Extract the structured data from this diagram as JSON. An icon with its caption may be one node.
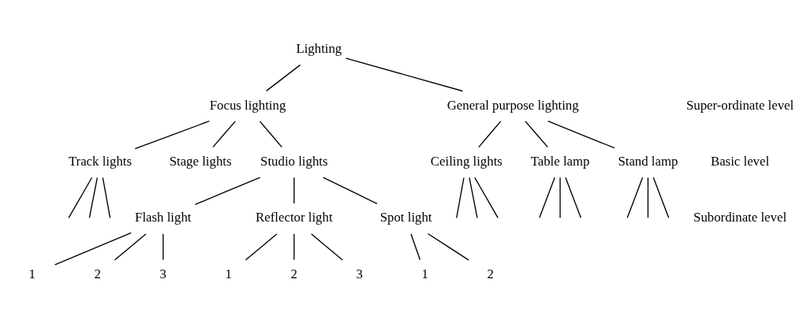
{
  "diagram": {
    "nodes": [
      {
        "text": [
          "Lighting"
        ]
      },
      {
        "text": [
          "Focus lighting"
        ]
      },
      {
        "text": [
          "General purpose lighting"
        ]
      },
      {
        "text": [
          "Track lights"
        ]
      },
      {
        "text": [
          "Stage lights"
        ]
      },
      {
        "text": [
          "Studio lights"
        ]
      },
      {
        "text": [
          "Ceiling lights"
        ]
      },
      {
        "text": [
          "Table lamp"
        ]
      },
      {
        "text": [
          "Stand lamp"
        ]
      },
      {
        "text": [
          "Flash light"
        ]
      },
      {
        "text": [
          "Reflector light"
        ]
      },
      {
        "text": [
          "Spot light"
        ]
      },
      {
        "text": [
          "1"
        ]
      },
      {
        "text": [
          "2"
        ]
      },
      {
        "text": [
          "3"
        ]
      },
      {
        "text": [
          "1"
        ]
      },
      {
        "text": [
          "2"
        ]
      },
      {
        "text": [
          "3"
        ]
      },
      {
        "text": [
          "1"
        ]
      },
      {
        "text": [
          "2"
        ]
      }
    ],
    "edges": [
      {
        "from": 0,
        "to": 1,
        "arrow": "none"
      },
      {
        "from": 0,
        "to": 2,
        "arrow": "none"
      },
      {
        "from": 1,
        "to": 3,
        "arrow": "none"
      },
      {
        "from": 1,
        "to": 4,
        "arrow": "none"
      },
      {
        "from": 1,
        "to": 5,
        "arrow": "none"
      },
      {
        "from": 2,
        "to": 6,
        "arrow": "none"
      },
      {
        "from": 2,
        "to": 7,
        "arrow": "none"
      },
      {
        "from": 2,
        "to": 8,
        "arrow": "none"
      },
      {
        "from": 3,
        "to": null,
        "arrow": "none"
      },
      {
        "from": 3,
        "to": null,
        "arrow": "none"
      },
      {
        "from": 3,
        "to": null,
        "arrow": "none"
      },
      {
        "from": 5,
        "to": 9,
        "arrow": "none"
      },
      {
        "from": 5,
        "to": 10,
        "arrow": "none"
      },
      {
        "from": 5,
        "to": 11,
        "arrow": "none"
      },
      {
        "from": 6,
        "to": null,
        "arrow": "none"
      },
      {
        "from": 6,
        "to": null,
        "arrow": "none"
      },
      {
        "from": 6,
        "to": null,
        "arrow": "none"
      },
      {
        "from": 7,
        "to": null,
        "arrow": "none"
      },
      {
        "from": 7,
        "to": null,
        "arrow": "none"
      },
      {
        "from": 7,
        "to": null,
        "arrow": "none"
      },
      {
        "from": 8,
        "to": null,
        "arrow": "none"
      },
      {
        "from": 8,
        "to": null,
        "arrow": "none"
      },
      {
        "from": 8,
        "to": null,
        "arrow": "none"
      },
      {
        "from": 9,
        "to": 12,
        "arrow": "none"
      },
      {
        "from": 9,
        "to": 13,
        "arrow": "none"
      },
      {
        "from": 9,
        "to": 14,
        "arrow": "none"
      },
      {
        "from": 10,
        "to": 15,
        "arrow": "none"
      },
      {
        "from": 10,
        "to": 16,
        "arrow": "none"
      },
      {
        "from": 10,
        "to": 17,
        "arrow": "none"
      },
      {
        "from": 11,
        "to": 18,
        "arrow": "none"
      },
      {
        "from": 11,
        "to": 19,
        "arrow": "none"
      }
    ],
    "labels": [
      "Super-ordinate level",
      "Basic level",
      "Subordinate level"
    ]
  }
}
